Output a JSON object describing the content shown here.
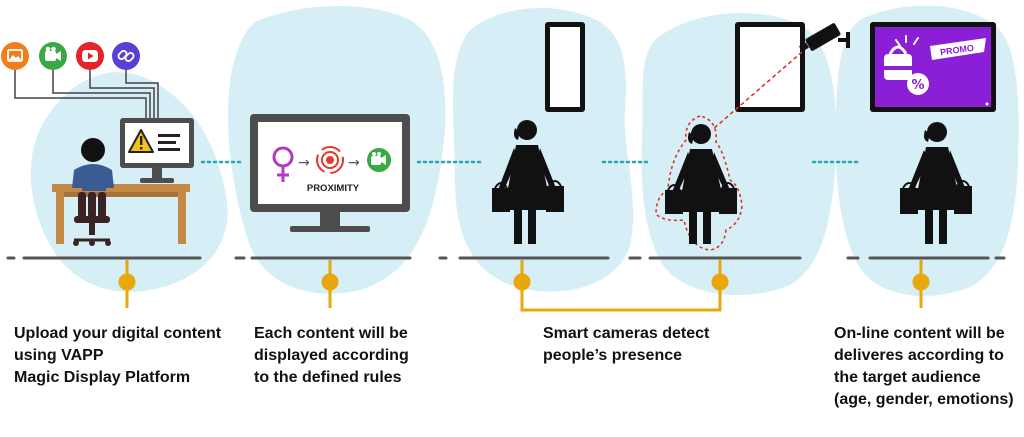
{
  "steps": [
    {
      "caption": [
        "Upload your digital content",
        "using VAPP",
        "Magic Display Platform"
      ]
    },
    {
      "caption": [
        "Each content will be",
        "displayed according",
        "to the defined rules"
      ]
    },
    {
      "caption": [
        "Smart cameras detect",
        "people’s presence"
      ]
    },
    {
      "caption": [
        "On-line content will be",
        "deliveres according to",
        "the target audience",
        "(age, gender, emotions)"
      ]
    }
  ],
  "screen_labels": {
    "proximity": "PROXIMITY",
    "promo": "PROMO"
  },
  "icons": [
    "image-icon",
    "video-camera-icon",
    "youtube-icon",
    "link-icon",
    "warning-icon",
    "female-symbol-icon",
    "proximity-sensor-icon",
    "video-camera-icon",
    "security-camera-icon",
    "shopping-bag-icon",
    "percent-tag-icon"
  ],
  "colors": {
    "blob": "#d6eef5",
    "connector": "#e8a80c",
    "ground": "#555555",
    "dots": "#2aa6b4",
    "icon_orange": "#ef7e1f",
    "icon_green": "#3aa944",
    "icon_red": "#e3242b",
    "icon_purple": "#5a3fd6",
    "promo_purple": "#8a1fd6",
    "desk": "#c48a45",
    "shirt": "#3b5b94",
    "chair": "#3a2323",
    "proximity_red": "#e03a2a",
    "female_purple": "#b03ac0",
    "laser_red": "#e02a1a"
  }
}
